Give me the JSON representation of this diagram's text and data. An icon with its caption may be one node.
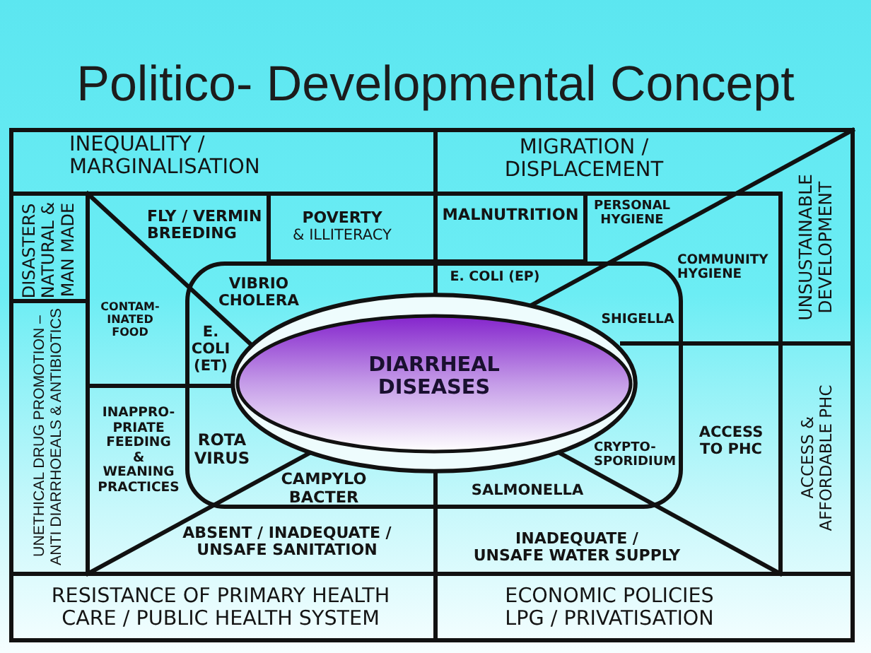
{
  "diagram": {
    "title": "Politico- Developmental Concept",
    "nodes": [
      {
        "text": [
          "INEQUALITY / MARGINALISATION"
        ]
      },
      {
        "text": [
          "MIGRATION / DISPLACEMENT"
        ]
      },
      {
        "text": [
          "DISASTERS NATURAL & MAN MADE"
        ]
      },
      {
        "text": [
          "FLY / VERMIN BREEDING"
        ]
      },
      {
        "text": [
          "POVERTY",
          "& ILLITERACY"
        ]
      },
      {
        "text": [
          "MALNUTRITION"
        ]
      },
      {
        "text": [
          "PERSONAL HYGIENE"
        ]
      },
      {
        "text": [
          "UNSUSTAINABLE DEVELOPMENT"
        ]
      },
      {
        "text": [
          "COMMUNITY HYGIENE"
        ]
      },
      {
        "text": [
          "CONTAM- INATED FOOD"
        ]
      },
      {
        "text": [
          "VIBRIO CHOLERA",
          "E. COLI (EP)",
          "E. COLI (ET)",
          "SHIGELLA",
          "ROTA VIRUS",
          "CRYPTO- SPORIDIUM",
          "CAMPYLO BACTER",
          "SALMONELLA"
        ]
      },
      {
        "text": [
          "DIARRHEAL DISEASES"
        ],
        "in": 10
      },
      {
        "text": [
          "UNETHICAL DRUG PROMOTION – ANTI DIARRHOEALS & ANTIBIOTICS"
        ]
      },
      {
        "text": [
          "INAPPRO- PRIATE FEEDING & WEANING PRACTICES"
        ]
      },
      {
        "text": [
          "ACCESS TO PHC"
        ]
      },
      {
        "text": [
          "ACCESS & AFFORDABLE PHC"
        ]
      },
      {
        "text": [
          "ABSENT / INADEQUATE / UNSAFE SANITATION"
        ]
      },
      {
        "text": [
          "INADEQUATE / UNSAFE WATER SUPPLY"
        ]
      },
      {
        "text": [
          "RESISTANCE OF PRIMARY HEALTH CARE / PUBLIC HEALTH SYSTEM"
        ]
      },
      {
        "text": [
          "ECONOMIC POLICIES LPG / PRIVATISATION"
        ]
      }
    ]
  }
}
